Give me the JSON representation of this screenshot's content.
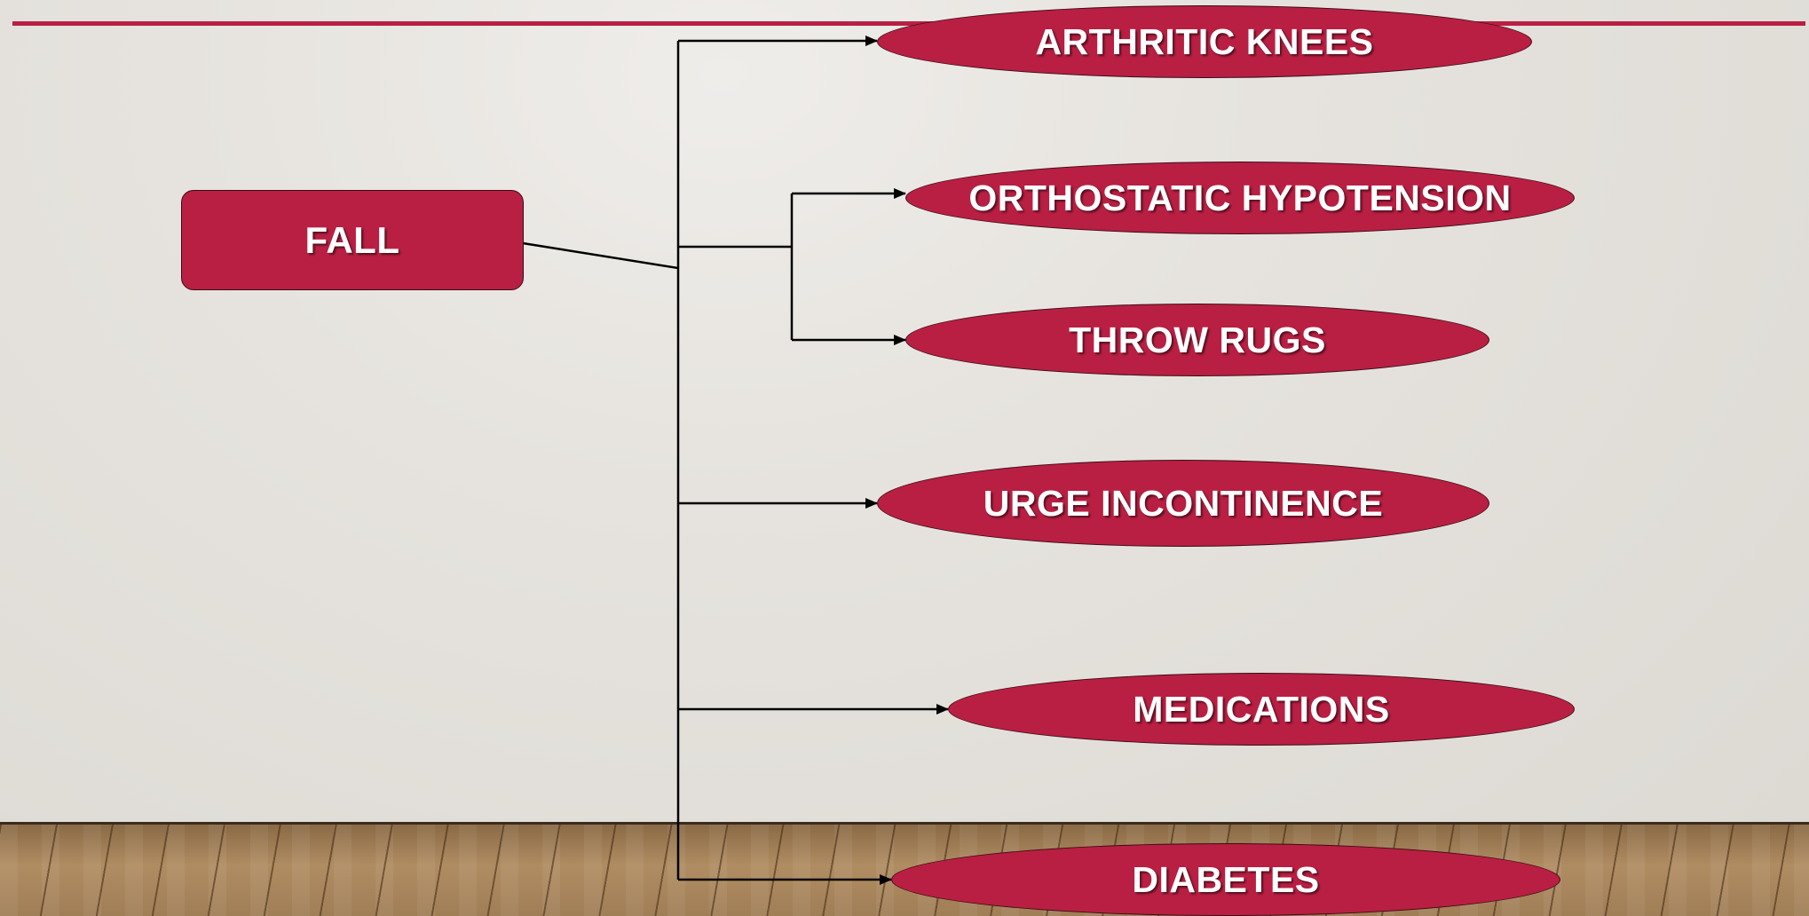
{
  "theme": {
    "accent": "#b91f42",
    "line": "#000000",
    "background": "#e6e3de"
  },
  "diagram": {
    "root": {
      "label": "FALL"
    },
    "causes": [
      {
        "label": "ARTHRITIC KNEES"
      },
      {
        "label": "ORTHOSTATIC HYPOTENSION"
      },
      {
        "label": "THROW RUGS"
      },
      {
        "label": "URGE INCONTINENCE"
      },
      {
        "label": "MEDICATIONS"
      },
      {
        "label": "DIABETES"
      }
    ]
  }
}
